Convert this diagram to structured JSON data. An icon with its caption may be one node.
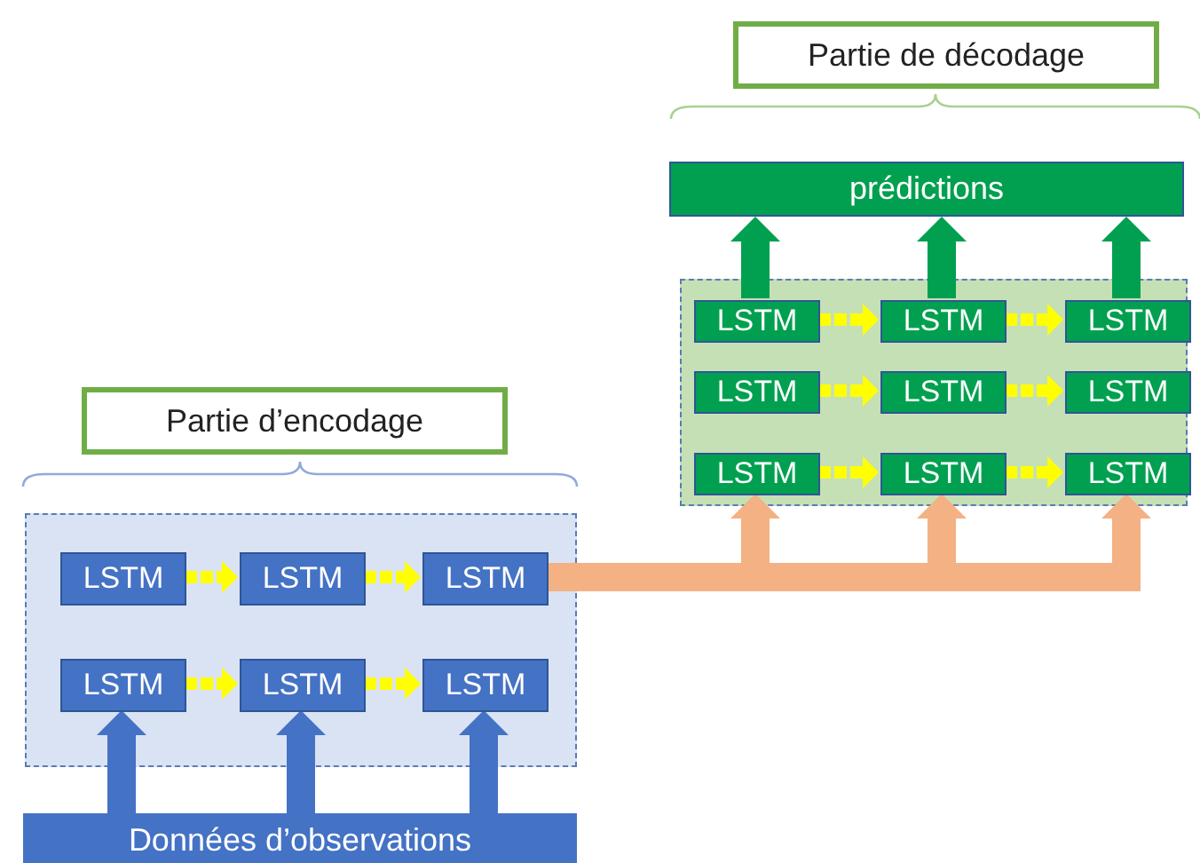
{
  "diagram": {
    "nodes": [
      {
        "text": [
          "Partie de décodage"
        ]
      },
      {
        "text": [
          "prédictions"
        ]
      },
      {
        "text": [],
        "shape": "box"
      },
      {
        "text": [
          "LSTM"
        ],
        "in": 2
      },
      {
        "text": [
          "LSTM"
        ],
        "in": 2
      },
      {
        "text": [
          "LSTM"
        ],
        "in": 2
      },
      {
        "text": [
          "LSTM"
        ],
        "in": 2
      },
      {
        "text": [
          "LSTM"
        ],
        "in": 2
      },
      {
        "text": [
          "LSTM"
        ],
        "in": 2
      },
      {
        "text": [
          "LSTM"
        ],
        "in": 2
      },
      {
        "text": [
          "LSTM"
        ],
        "in": 2
      },
      {
        "text": [
          "LSTM"
        ],
        "in": 2
      },
      {
        "text": [
          "Partie d’encodage"
        ]
      },
      {
        "text": [],
        "shape": "box"
      },
      {
        "text": [
          "LSTM"
        ],
        "in": 13
      },
      {
        "text": [
          "LSTM"
        ],
        "in": 13
      },
      {
        "text": [
          "LSTM"
        ],
        "in": 13
      },
      {
        "text": [
          "LSTM"
        ],
        "in": 13
      },
      {
        "text": [
          "LSTM"
        ],
        "in": 13
      },
      {
        "text": [
          "LSTM"
        ],
        "in": 13
      },
      {
        "text": [
          "Données d’observations"
        ]
      }
    ],
    "edges": [
      {
        "from": 3,
        "to": 4,
        "arrow": "to",
        "style": "dashed"
      },
      {
        "from": 4,
        "to": 5,
        "arrow": "to",
        "style": "dashed"
      },
      {
        "from": 6,
        "to": 7,
        "arrow": "to",
        "style": "dashed"
      },
      {
        "from": 7,
        "to": 8,
        "arrow": "to",
        "style": "dashed"
      },
      {
        "from": 9,
        "to": 10,
        "arrow": "to",
        "style": "dashed"
      },
      {
        "from": 10,
        "to": 11,
        "arrow": "to",
        "style": "dashed"
      },
      {
        "from": 3,
        "to": 1,
        "arrow": "to",
        "style": "thick",
        "color": "#00a050"
      },
      {
        "from": 4,
        "to": 1,
        "arrow": "to",
        "style": "thick",
        "color": "#00a050"
      },
      {
        "from": 5,
        "to": 1,
        "arrow": "to",
        "style": "thick",
        "color": "#00a050"
      },
      {
        "from": 14,
        "to": 15,
        "arrow": "to",
        "style": "dashed"
      },
      {
        "from": 15,
        "to": 16,
        "arrow": "to",
        "style": "dashed"
      },
      {
        "from": 17,
        "to": 18,
        "arrow": "to",
        "style": "dashed"
      },
      {
        "from": 18,
        "to": 19,
        "arrow": "to",
        "style": "dashed"
      },
      {
        "from": 16,
        "to": 9,
        "arrow": "to",
        "style": "thick",
        "color": "#f4b183"
      },
      {
        "from": 16,
        "to": 10,
        "arrow": "to",
        "style": "thick",
        "color": "#f4b183"
      },
      {
        "from": 16,
        "to": 11,
        "arrow": "to",
        "style": "thick",
        "color": "#f4b183"
      },
      {
        "from": 20,
        "to": 17,
        "arrow": "to",
        "style": "thick",
        "color": "#4472c4"
      },
      {
        "from": 20,
        "to": 18,
        "arrow": "to",
        "style": "thick",
        "color": "#4472c4"
      },
      {
        "from": 20,
        "to": 19,
        "arrow": "to",
        "style": "thick",
        "color": "#4472c4"
      }
    ]
  }
}
